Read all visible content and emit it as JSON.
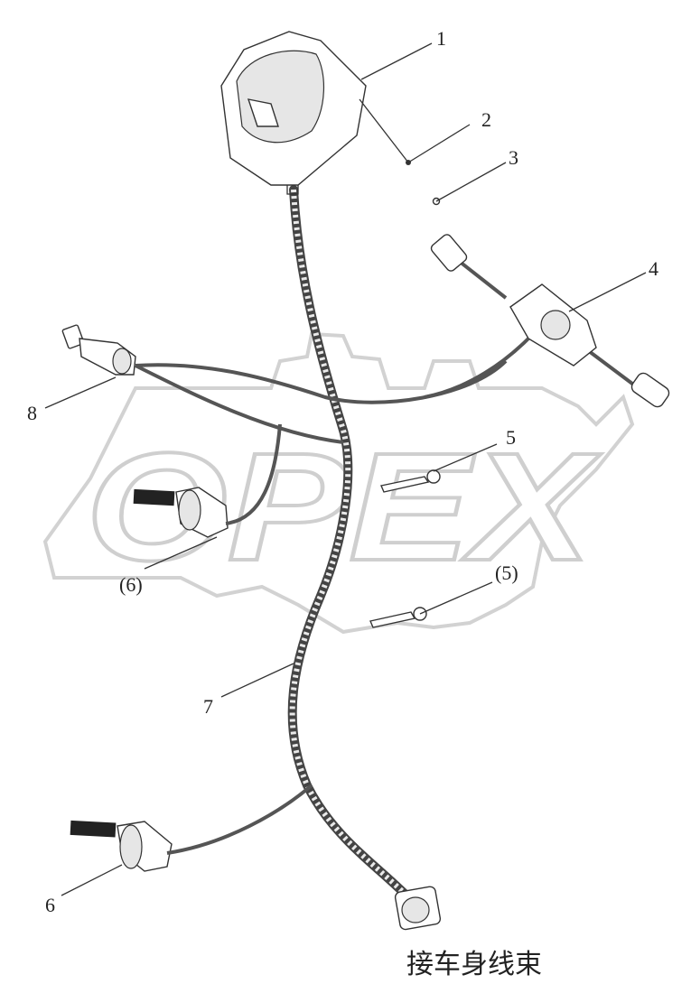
{
  "watermark": {
    "text": "OPEX",
    "color": "#cfcfcf"
  },
  "callouts": [
    {
      "id": "1",
      "label": "1"
    },
    {
      "id": "2",
      "label": "2"
    },
    {
      "id": "3",
      "label": "3"
    },
    {
      "id": "4",
      "label": "4"
    },
    {
      "id": "5",
      "label": "5"
    },
    {
      "id": "5-ref",
      "label": "(5)"
    },
    {
      "id": "6-ref",
      "label": "(6)"
    },
    {
      "id": "6",
      "label": "6"
    },
    {
      "id": "7",
      "label": "7"
    },
    {
      "id": "8",
      "label": "8"
    }
  ],
  "caption": "接车身线束"
}
